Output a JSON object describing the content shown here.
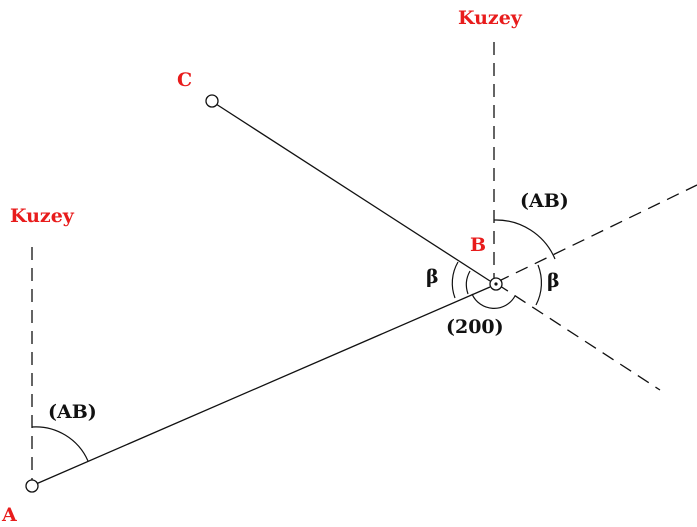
{
  "labels": {
    "north_top": "Kuzey",
    "north_left": "Kuzey",
    "point_a": "A",
    "point_b": "B",
    "point_c": "C",
    "angle_ab_top": "(AB)",
    "angle_ab_left": "(AB)",
    "angle_200": "(200)",
    "beta_left": "β",
    "beta_right": "β"
  },
  "colors": {
    "point_labels": "#e81c1c",
    "north_labels": "#e81c1c",
    "lines": "#111111",
    "angle_labels": "#111111"
  }
}
